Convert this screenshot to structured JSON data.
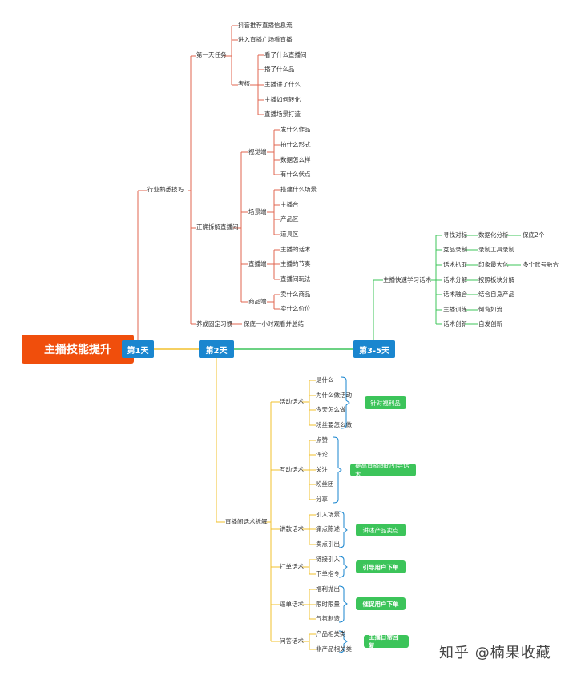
{
  "root": "主播技能提升",
  "days": {
    "d1": "第1天",
    "d2": "第2天",
    "d35": "第3-5天"
  },
  "day1": {
    "branch": "行业熟悉技巧",
    "first_day_task": "第一天任务",
    "task_items": [
      "抖音推荐直播信息流",
      "进入直播广场看直播"
    ],
    "kaocha": "考核",
    "kaocha_items": [
      "看了什么直播间",
      "播了什么品",
      "主播讲了什么",
      "主播如何转化",
      "直播场景打造"
    ],
    "zhengque": "正确拆解直播间",
    "shijue": "视觉端",
    "shijue_items": [
      "发什么作品",
      "拍什么形式",
      "数据怎么样",
      "有什么伏点"
    ],
    "changjing": "场景端",
    "changjing_items": [
      "搭建什么场景",
      "主播台",
      "产品区",
      "道具区"
    ],
    "zhibo": "直播端",
    "zhibo_items": [
      "主播的话术",
      "主播的节奏",
      "直播间玩法"
    ],
    "shangpin": "商品端",
    "shangpin_items": [
      "卖什么商品",
      "卖什么价位"
    ],
    "yangcheng": "养成固定习惯",
    "yangcheng_item": "保底一小时观看并总结"
  },
  "day35": {
    "branch": "主播快速学习话术",
    "rows": [
      [
        "寻找对标",
        "数据化分析",
        "保底2个"
      ],
      [
        "竞品录制",
        "录制工具录制"
      ],
      [
        "话术扒取",
        "印象最大化",
        "多个账号融合"
      ],
      [
        "话术分解",
        "按照板块分解"
      ],
      [
        "话术融合",
        "结合自身产品"
      ],
      [
        "主播训练",
        "倒背如流"
      ],
      [
        "话术创新",
        "自发创新"
      ]
    ]
  },
  "day2": {
    "branch": "直播间话术拆解",
    "groups": [
      {
        "name": "活动话术",
        "items": [
          "是什么",
          "为什么做活动",
          "今天怎么做",
          "粉丝要怎么做"
        ],
        "badge": "针对福利品"
      },
      {
        "name": "互动话术",
        "items": [
          "点赞",
          "评论",
          "关注",
          "粉丝团",
          "分享"
        ],
        "badge": "提高直播间的引导话术"
      },
      {
        "name": "讲款话术",
        "items": [
          "引入场景",
          "痛点陈述",
          "卖点引出"
        ],
        "badge": "讲述产品卖点"
      },
      {
        "name": "打单话术",
        "items": [
          "链接引入",
          "下单指令"
        ],
        "badge": "引导用户下单"
      },
      {
        "name": "逼单话术",
        "items": [
          "福利抛出",
          "限时限量",
          "气氛制造"
        ],
        "badge": "催促用户下单"
      },
      {
        "name": "问答话术",
        "items": [
          "产品相关类",
          "非产品相关类"
        ],
        "badge": "主播日常回复"
      }
    ]
  },
  "watermark": "知乎 @楠果收藏",
  "colors": {
    "root": "#f04e0c",
    "day": "#1a86cf",
    "badge": "#3cc45a",
    "red": "#e0664f",
    "green": "#3cc45a",
    "yellow": "#f2c12e",
    "blue": "#1a86cf"
  }
}
